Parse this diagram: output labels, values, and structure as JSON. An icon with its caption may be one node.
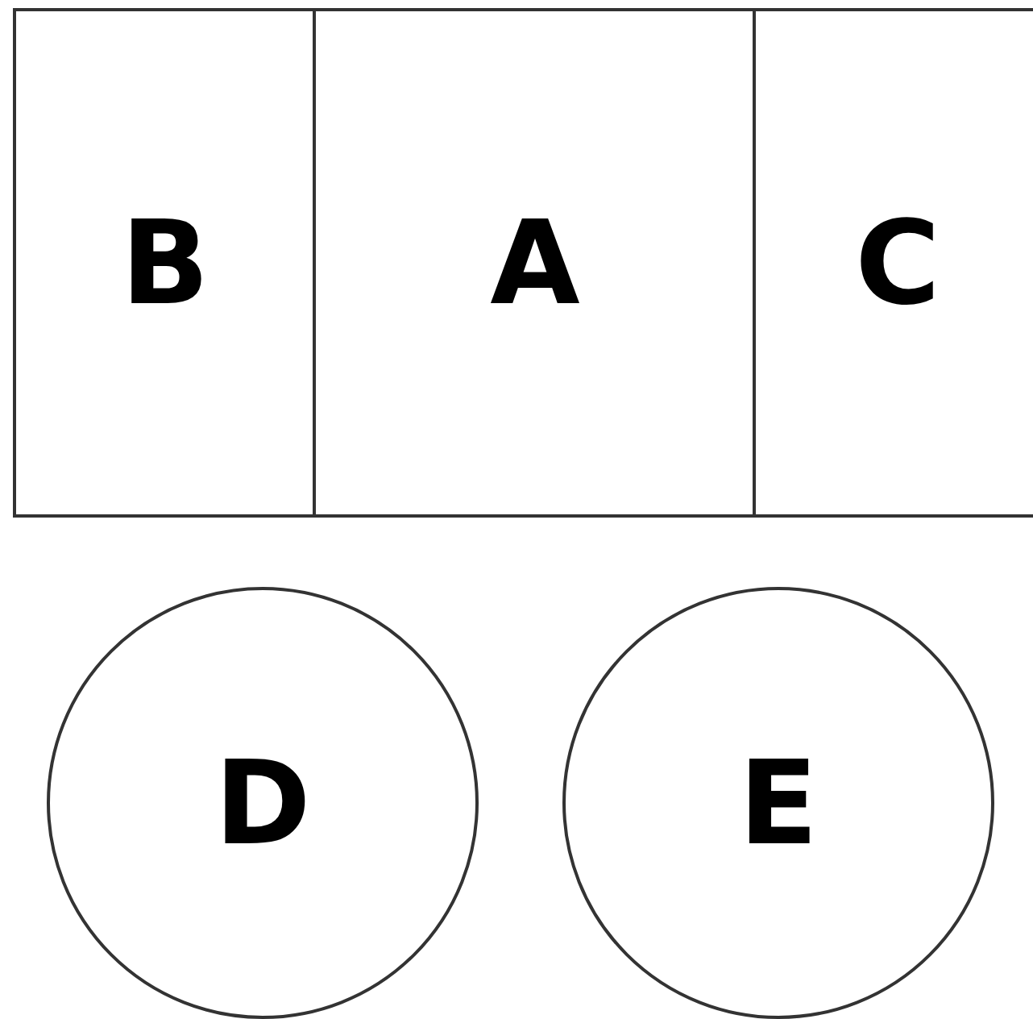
{
  "diagram": {
    "nodes": [
      {
        "text": [
          "B"
        ]
      },
      {
        "text": [
          "A"
        ]
      },
      {
        "text": [
          "C"
        ]
      },
      {
        "text": [
          "D"
        ]
      },
      {
        "text": [
          "E"
        ]
      }
    ]
  }
}
